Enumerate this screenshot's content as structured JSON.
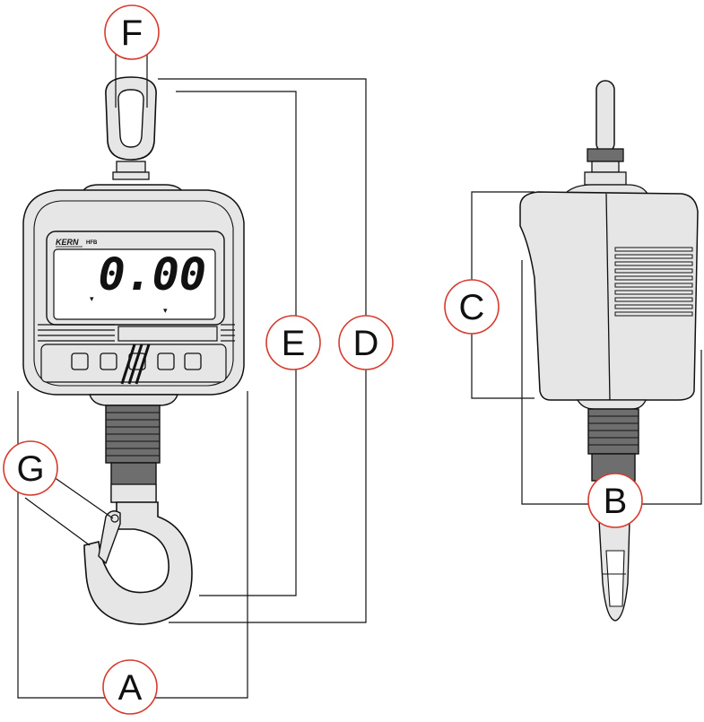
{
  "display": {
    "brand": "KERN",
    "model": "HFB",
    "reading": "0.00",
    "indicator_marks": [
      "▾",
      "▾"
    ]
  },
  "labels": {
    "A": "A",
    "B": "B",
    "C": "C",
    "D": "D",
    "E": "E",
    "F": "F",
    "G": "G"
  },
  "colors": {
    "label_circle": "#d63a2e",
    "body_fill": "#e6e6e6",
    "dark_fill": "#6e6e6e",
    "line": "#111111"
  }
}
